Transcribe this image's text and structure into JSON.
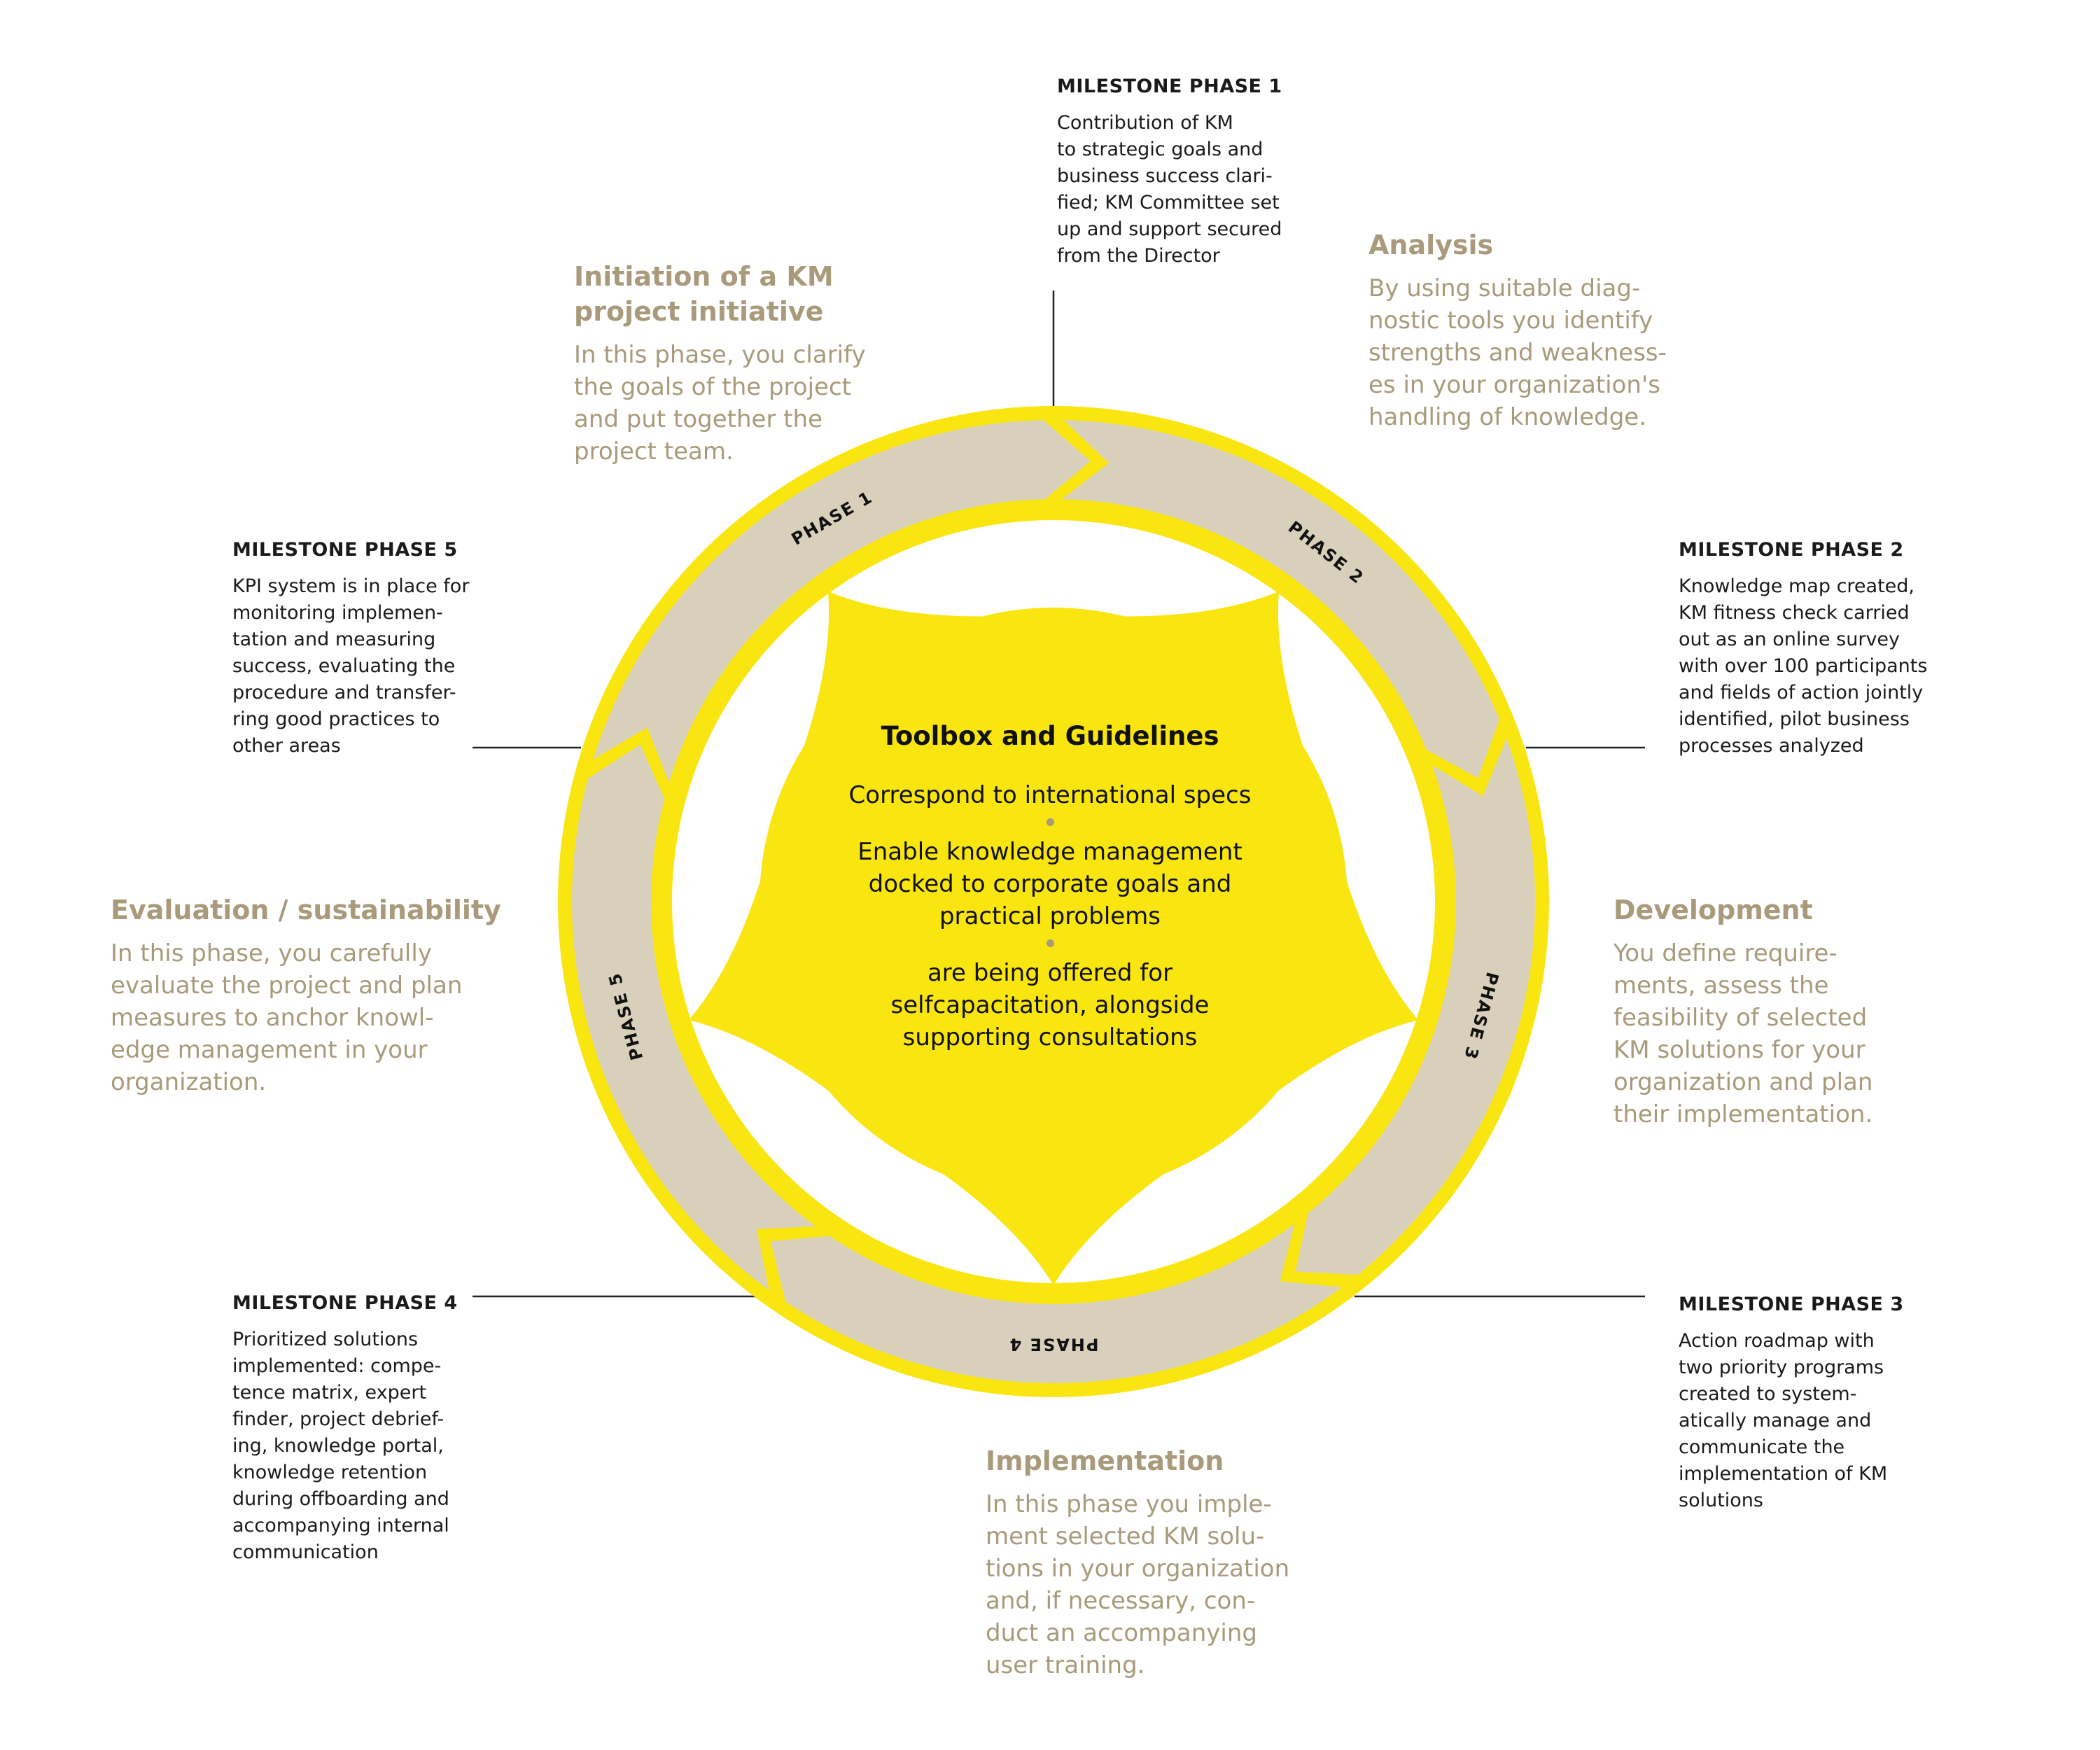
{
  "colors": {
    "yellow": "#f9e510",
    "ring_segment": "#d9d0bb",
    "phase_text": "#a89a7a",
    "dark_text": "#111111",
    "white": "#ffffff"
  },
  "center": {
    "title": "Toolbox and Guidelines",
    "items": [
      "Correspond to international specs",
      "Enable knowledge management\ndocked to corporate goals and\npractical problems",
      "are being offered for\nselfcapacitation, alongside\nsupporting consultations"
    ]
  },
  "ring_labels": [
    "PHASE 1",
    "PHASE 2",
    "PHASE 3",
    "PHASE 4",
    "PHASE 5"
  ],
  "phases": [
    {
      "title": "Initiation of a KM\nproject initiative",
      "text": "In this phase, you clarify\nthe goals of the project\nand put together the\nproject team."
    },
    {
      "title": "Analysis",
      "text": "By using suitable diag-\nnostic tools you identify\nstrengths and weakness-\nes in your organization's\nhandling of knowledge."
    },
    {
      "title": "Development",
      "text": "You define require-\nments, assess the\nfeasibility of selected\nKM solutions for your\norganization and plan\ntheir implementation."
    },
    {
      "title": "Implementation",
      "text": "In this phase you imple-\nment selected KM solu-\ntions in your organization\nand, if necessary, con-\nduct an accompanying\nuser training."
    },
    {
      "title": "Evaluation / sustainability",
      "text": "In this phase, you carefully\nevaluate the project and plan\nmeasures to anchor knowl-\nedge management in your\norganization."
    }
  ],
  "milestones": [
    {
      "title": "MILESTONE PHASE 1",
      "text": "Contribution of KM\nto strategic goals and\nbusiness success clari-\nfied; KM Committee set\nup and support secured\nfrom the Director"
    },
    {
      "title": "MILESTONE PHASE 2",
      "text": "Knowledge map created,\nKM fitness check carried\nout as an online survey\nwith over 100 participants\nand fields of action jointly\nidentified, pilot business\nprocesses analyzed"
    },
    {
      "title": "MILESTONE PHASE 3",
      "text": "Action roadmap with\ntwo priority programs\ncreated to system-\natically manage and\ncommunicate the\nimplementation of KM\nsolutions"
    },
    {
      "title": "MILESTONE PHASE 4",
      "text": "Prioritized solutions\nimplemented: compe-\ntence matrix, expert\nfinder, project debrief-\ning, knowledge portal,\nknowledge retention\nduring offboarding and\naccompanying internal\ncommunication"
    },
    {
      "title": "MILESTONE PHASE 5",
      "text": "KPI system is in place for\nmonitoring implemen-\ntation and measuring\nsuccess, evaluating the\nprocedure and transfer-\nring good practices to\nother areas"
    }
  ]
}
